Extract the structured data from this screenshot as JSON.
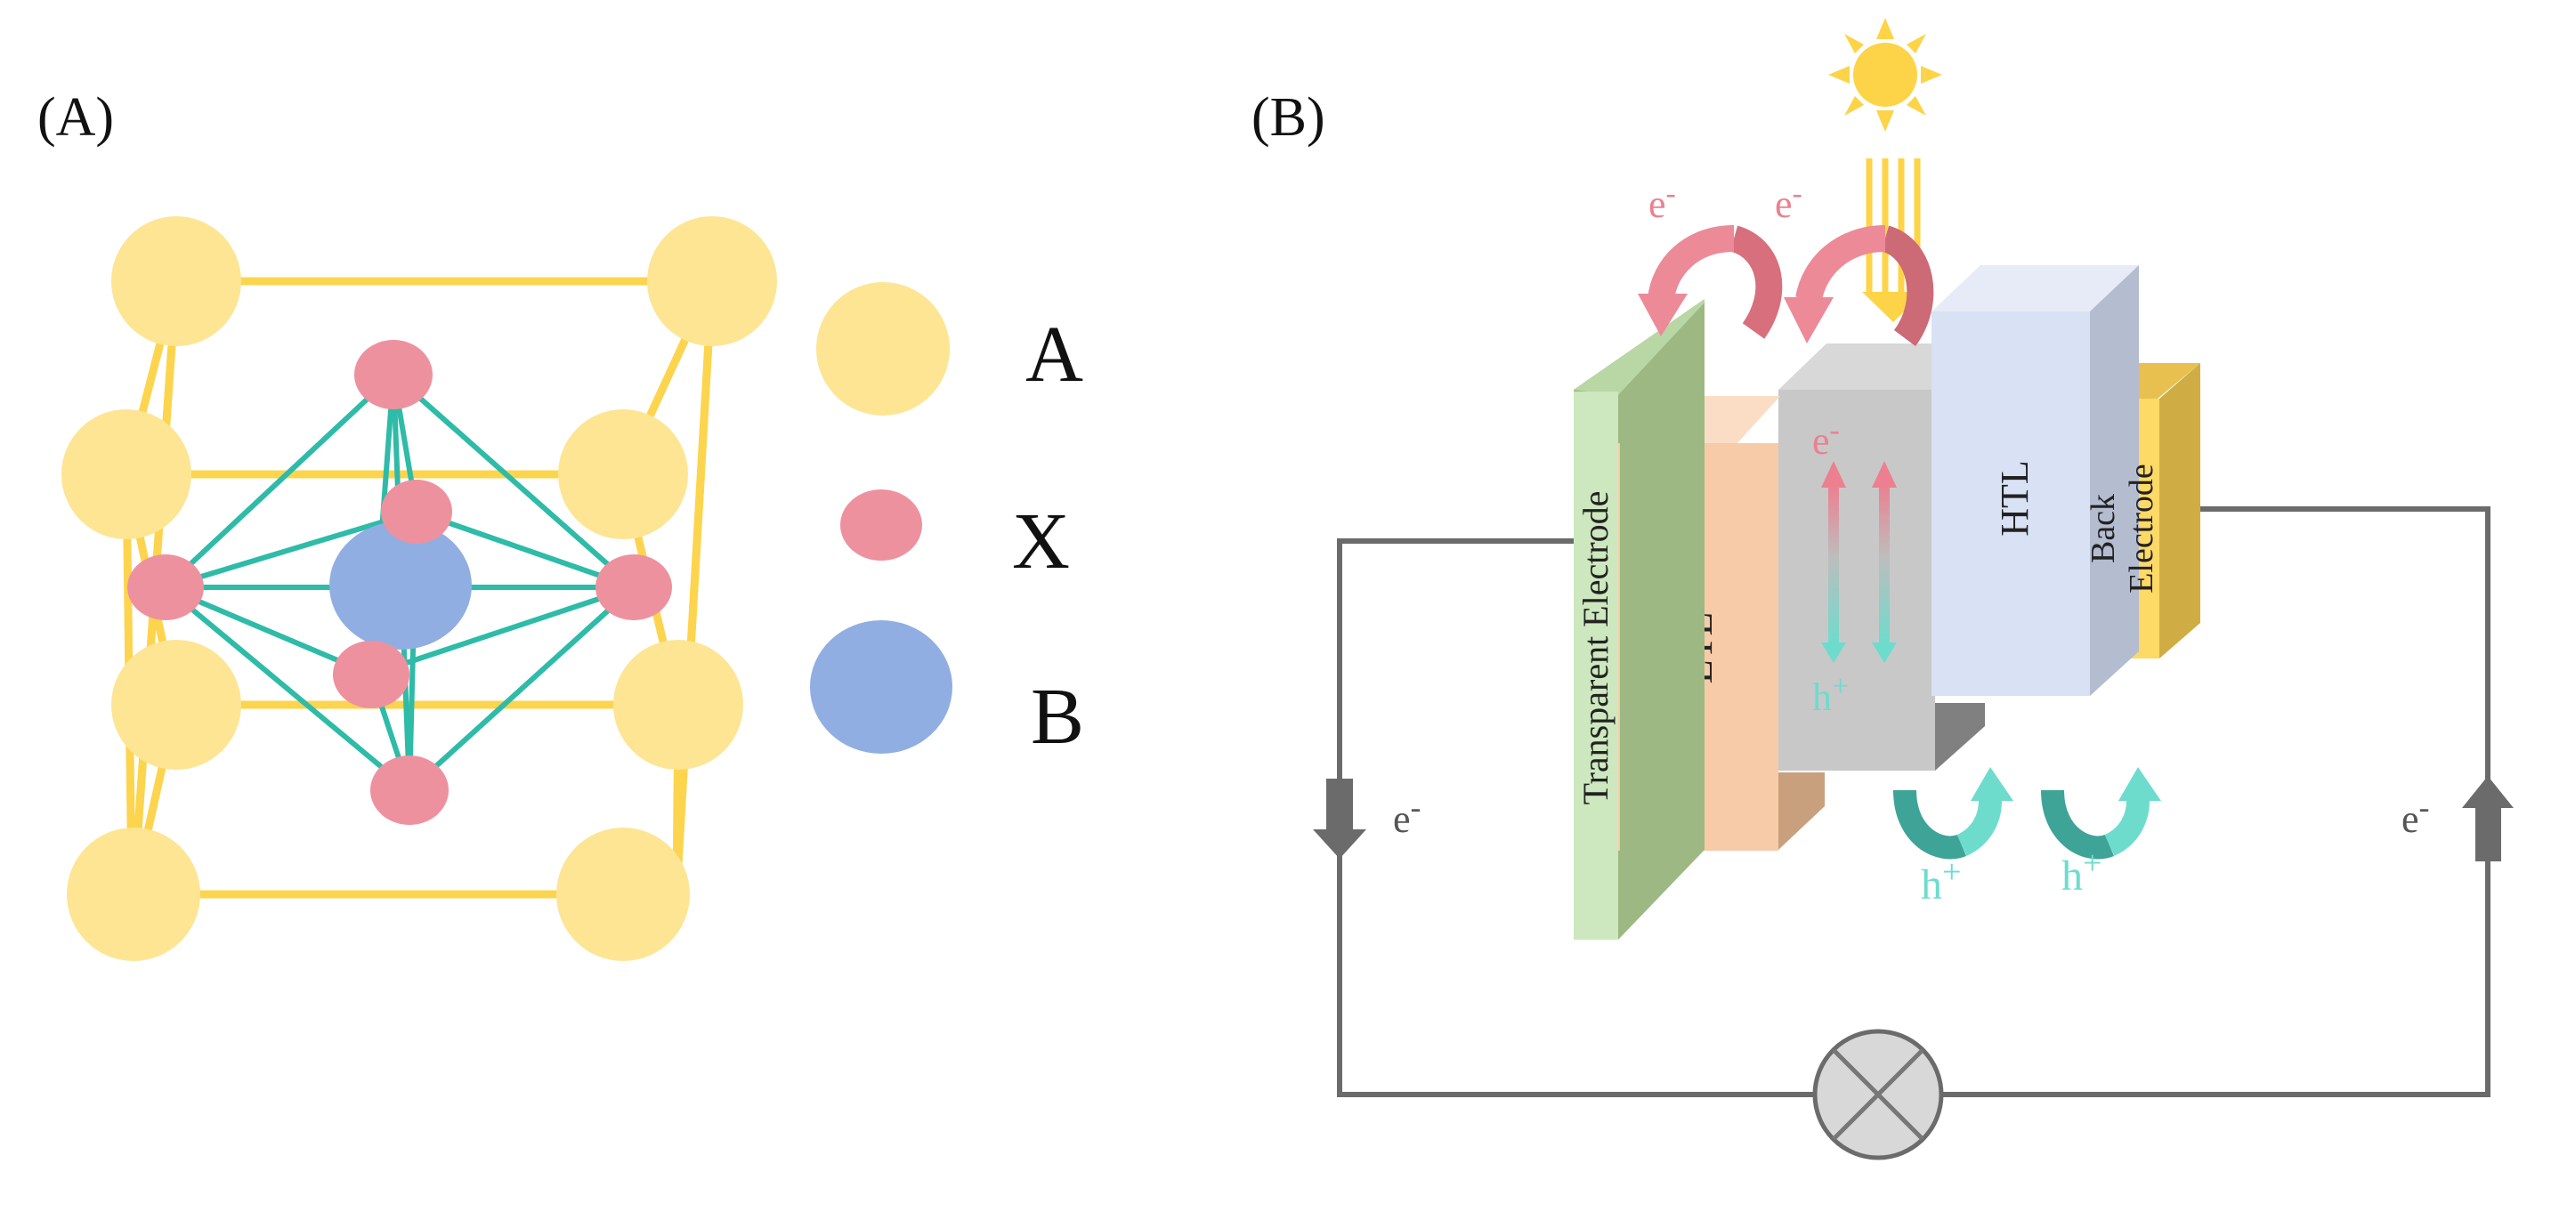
{
  "panel_a": {
    "label": "(A)",
    "legend": [
      {
        "symbol": "A",
        "color": "#FDE594"
      },
      {
        "symbol": "X",
        "color": "#EE919E"
      },
      {
        "symbol": "B",
        "color": "#91AEE2"
      }
    ],
    "colors": {
      "cage": "#FDD44E",
      "bond": "#2EBBA8"
    }
  },
  "panel_b": {
    "label": "(B)",
    "layers": {
      "transparent_electrode": "Transparent Electrode",
      "etl": "ETL",
      "htl": "HTL",
      "back_electrode_line1": "Back",
      "back_electrode_line2": "Electrode"
    },
    "carriers": {
      "electron": "e",
      "hole": "h",
      "minus": "-",
      "plus": "+"
    },
    "colors": {
      "electrode_green": "#CDE8BE",
      "etl_orange": "#F8CBA8",
      "absorber_gray": "#C8C8C8",
      "htl_blue": "#D9E1F4",
      "back_gold": "#FDD966",
      "electron_pink": "#EC8090",
      "hole_teal": "#6DDCCD",
      "wire_gray": "#6B6B6B",
      "sun_yellow": "#FDD447"
    }
  }
}
